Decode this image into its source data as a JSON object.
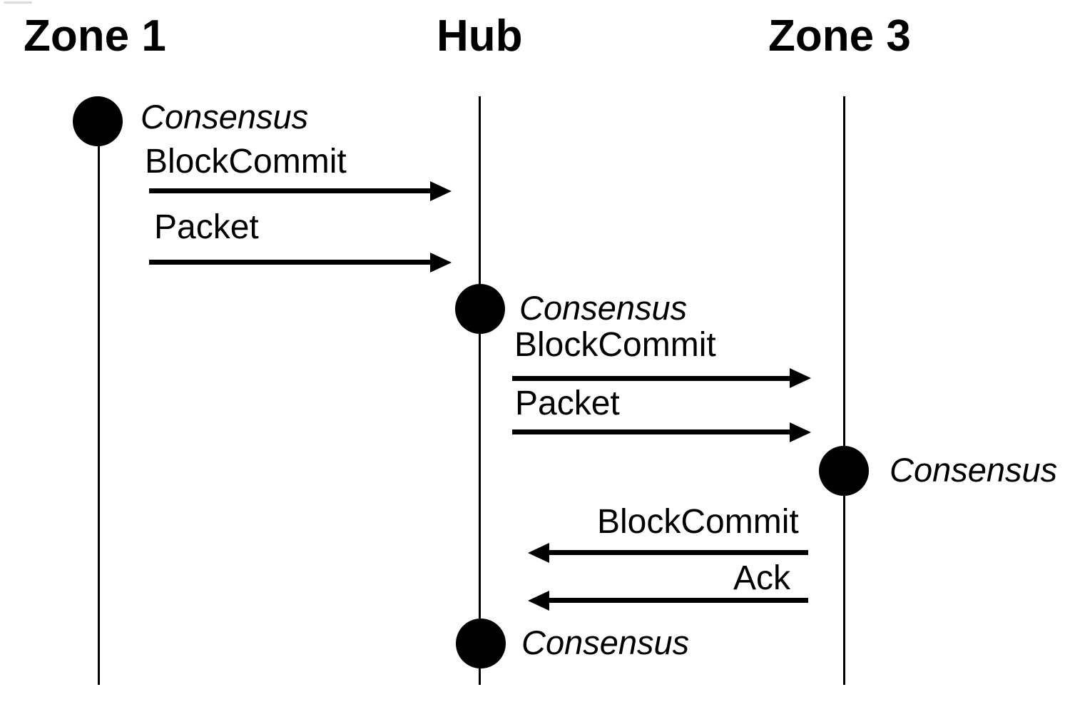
{
  "diagram": {
    "type": "sequence-diagram",
    "background_color": "#ffffff",
    "ink_color": "#000000",
    "artifact_color": "#dcdcdc",
    "participants": [
      {
        "label": "Zone 1"
      },
      {
        "label": "Hub"
      },
      {
        "label": "Zone 3"
      }
    ],
    "events": [
      {
        "label": "Consensus",
        "lifeline": "Zone 1"
      },
      {
        "label": "Consensus",
        "lifeline": "Hub"
      },
      {
        "label": "Consensus",
        "lifeline": "Zone 3"
      },
      {
        "label": "Consensus",
        "lifeline": "Hub"
      }
    ],
    "messages": [
      {
        "label": "BlockCommit",
        "from": "Zone 1",
        "to": "Hub",
        "direction": "right"
      },
      {
        "label": "Packet",
        "from": "Zone 1",
        "to": "Hub",
        "direction": "right"
      },
      {
        "label": "BlockCommit",
        "from": "Hub",
        "to": "Zone 3",
        "direction": "right"
      },
      {
        "label": "Packet",
        "from": "Hub",
        "to": "Zone 3",
        "direction": "right"
      },
      {
        "label": "BlockCommit",
        "from": "Zone 3",
        "to": "Hub",
        "direction": "left"
      },
      {
        "label": "Ack",
        "from": "Zone 3",
        "to": "Hub",
        "direction": "left"
      }
    ]
  }
}
